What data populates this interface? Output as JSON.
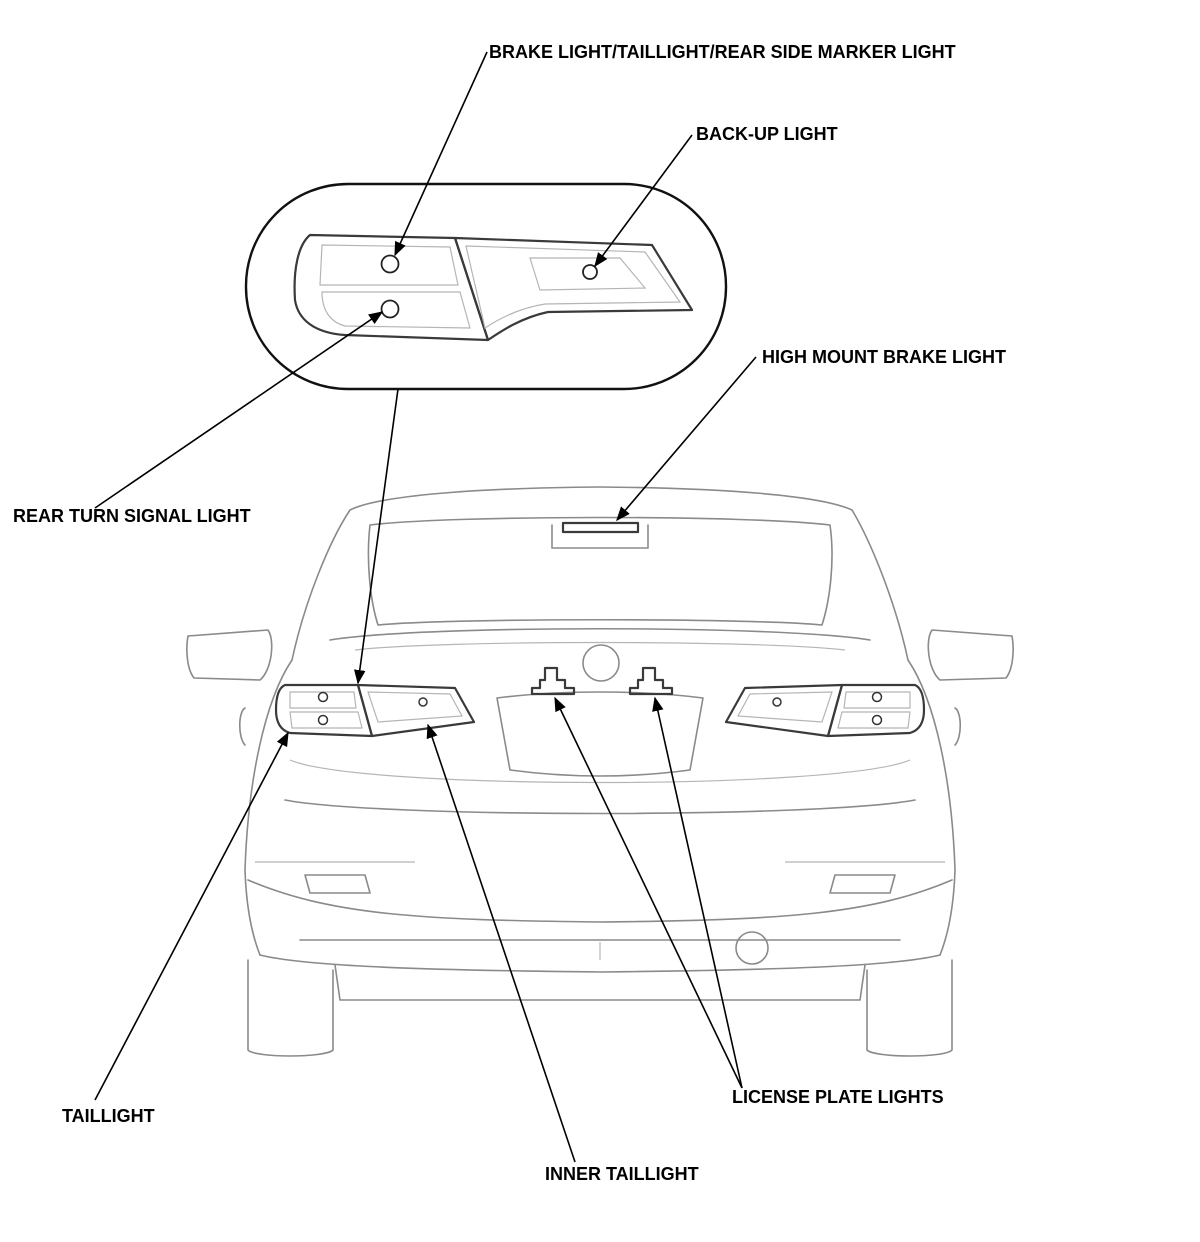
{
  "labels": {
    "brake_tail_side_marker": "BRAKE LIGHT/TAILLIGHT/REAR SIDE MARKER LIGHT",
    "backup": "BACK-UP LIGHT",
    "high_mount": "HIGH MOUNT BRAKE LIGHT",
    "rear_turn": "REAR TURN SIGNAL LIGHT",
    "taillight": "TAILLIGHT",
    "inner_taillight": "INNER TAILLIGHT",
    "license_plate": "LICENSE PLATE LIGHTS"
  },
  "colors": {
    "line": "#000000",
    "car_outline": "#8a8a8a",
    "lamp_outline": "#3a3a3a",
    "background": "#ffffff"
  }
}
